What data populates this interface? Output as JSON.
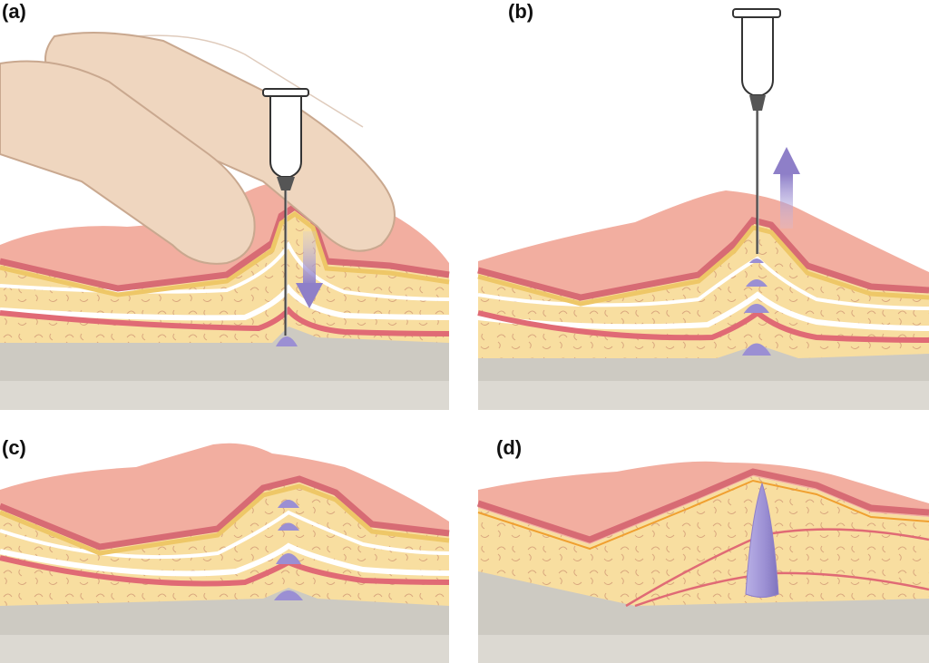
{
  "panels": {
    "a": {
      "label": "(a)"
    },
    "b": {
      "label": "(b)"
    },
    "c": {
      "label": "(c)"
    },
    "d": {
      "label": "(d)"
    }
  },
  "colors": {
    "skin_top": "#f2aea0",
    "skin_edge": "#d76b74",
    "fat": "#f8dea0",
    "fat_dark": "#eec767",
    "fibers": "#d9a77e",
    "white_band": "#ffffff",
    "red_band": "#e06a75",
    "muscle": "#cdcac2",
    "muscle_light": "#e6e3dc",
    "filler": "#9b8fd3",
    "arrow": "#8e7fc8",
    "finger": "#efd6bf",
    "finger_edge": "#c9a88f"
  },
  "icons": {
    "needle": "syringe-needle-icon",
    "arrow_down": "arrow-down-icon",
    "arrow_up": "arrow-up-icon"
  }
}
